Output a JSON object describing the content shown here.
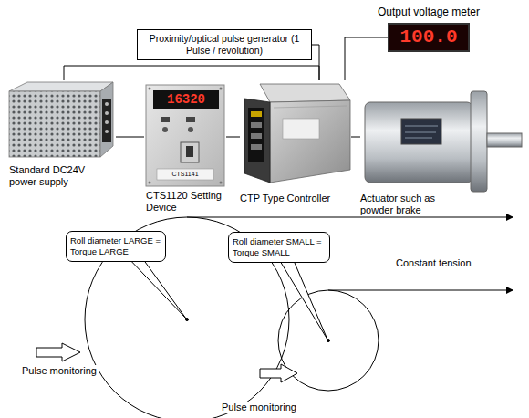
{
  "diagram": {
    "nodes": [
      {
        "text": [
          "Output voltage meter",
          "100.0"
        ]
      },
      {
        "text": [
          "Proximity/optical pulse generator (1 Pulse / revolution)"
        ]
      },
      {
        "text": [
          "Standard DC24V power supply"
        ]
      },
      {
        "text": [
          "CTS1120 Setting Device"
        ]
      },
      {
        "text": [
          "CTP Type Controller"
        ]
      },
      {
        "text": [
          "Actuator such as powder brake"
        ]
      },
      {
        "text": [
          "Roll diameter LARGE = Torque LARGE"
        ]
      },
      {
        "text": [
          "Roll diameter SMALL = Torque SMALL"
        ]
      }
    ],
    "edges": [
      {
        "from": 1,
        "to": 4,
        "arrow": "none"
      },
      {
        "from": 2,
        "to": 4,
        "arrow": "none"
      },
      {
        "from": 4,
        "to": 0,
        "arrow": "none"
      },
      {
        "from": 2,
        "to": 3,
        "arrow": "none"
      },
      {
        "from": 3,
        "to": 4,
        "arrow": "none"
      },
      {
        "from": 4,
        "to": 5,
        "arrow": "none"
      }
    ],
    "labels": [
      "16320",
      "CTS1141",
      "Constant tension",
      "Pulse monitoring",
      "Pulse monitoring"
    ]
  }
}
